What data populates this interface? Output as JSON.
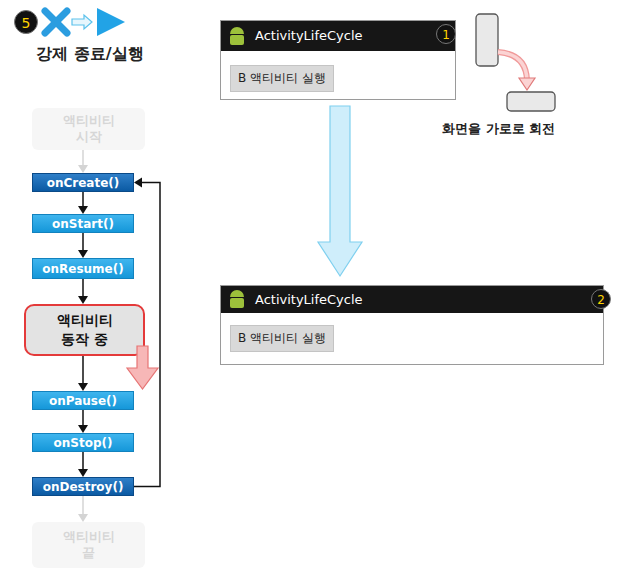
{
  "diagram": {
    "title": "강제 종료/실행",
    "nodes": [
      {
        "text": [
          "액티비티 시작"
        ]
      },
      {
        "text": [
          "onCreate()"
        ]
      },
      {
        "text": [
          "onStart()"
        ]
      },
      {
        "text": [
          "onResume()"
        ]
      },
      {
        "text": [
          "액티비티 동작 중"
        ]
      },
      {
        "text": [
          "onPause()"
        ]
      },
      {
        "text": [
          "onStop()"
        ]
      },
      {
        "text": [
          "onDestroy()"
        ]
      },
      {
        "text": [
          "액티비티 끝"
        ]
      },
      {
        "text": [
          "ActivityLifeCycle"
        ]
      },
      {
        "text": [
          "B 액티비티 실행"
        ],
        "in": 9
      },
      {
        "text": [
          "ActivityLifeCycle"
        ]
      },
      {
        "text": [
          "B 액티비티 실행"
        ],
        "in": 11
      }
    ],
    "edges": [
      {
        "from": 0,
        "to": 1,
        "arrow": "to"
      },
      {
        "from": 1,
        "to": 2,
        "arrow": "to"
      },
      {
        "from": 2,
        "to": 3,
        "arrow": "to"
      },
      {
        "from": 3,
        "to": 4,
        "arrow": "to"
      },
      {
        "from": 4,
        "to": 5,
        "arrow": "to"
      },
      {
        "from": 5,
        "to": 6,
        "arrow": "to"
      },
      {
        "from": 6,
        "to": 7,
        "arrow": "to"
      },
      {
        "from": 7,
        "to": 8,
        "arrow": "to"
      },
      {
        "from": 7,
        "to": 1,
        "arrow": "to"
      },
      {
        "from": 9,
        "to": 11,
        "arrow": "to"
      }
    ],
    "labels": [
      "5",
      "1",
      "화면을 가로로 회전",
      "2"
    ]
  }
}
